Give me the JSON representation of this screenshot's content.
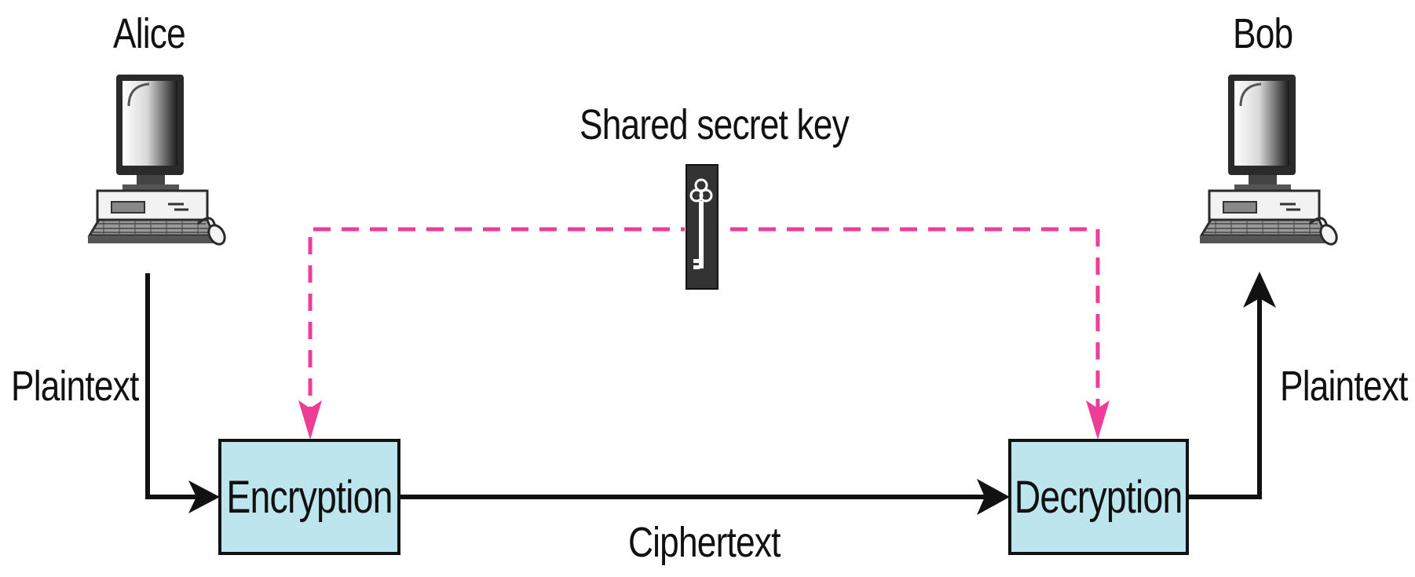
{
  "parties": {
    "sender": "Alice",
    "receiver": "Bob"
  },
  "key": {
    "label": "Shared secret key",
    "icon": "key-icon"
  },
  "processes": {
    "encrypt": "Encryption",
    "decrypt": "Decryption"
  },
  "flows": {
    "input": "Plaintext",
    "output": "Plaintext",
    "channel": "Ciphertext"
  },
  "colors": {
    "box_fill": "#bde5ee",
    "key_line": "#ee3d96",
    "stroke": "#111111"
  }
}
